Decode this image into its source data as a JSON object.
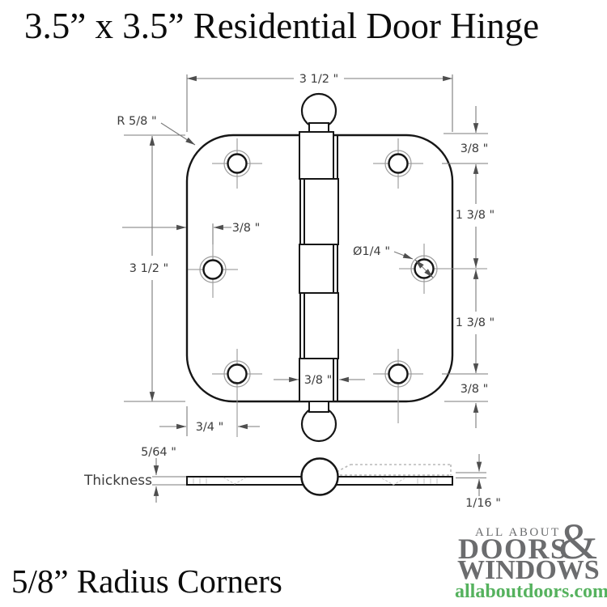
{
  "title": "3.5” x 3.5” Residential Door Hinge",
  "footer_note": "5/8” Radius Corners",
  "drawing": {
    "dims": {
      "overall_width": "3 1/2 \"",
      "corner_radius": "R 5/8 \"",
      "top_edge_to_hole": "3/8 \"",
      "upper_hole_spacing": "1 3/8 \"",
      "hole_diameter": "Ø1/4 \"",
      "overall_height": "3 1/2 \"",
      "edge_to_middle_hole": "3/8 \"",
      "lower_hole_spacing": "1 3/8 \"",
      "hole_to_bottom_edge": "3/8 \"",
      "knuckle_width": "3/8 \"",
      "edge_to_bottom_hole": "3/4 \"",
      "leaf_thickness": "5/64 \"",
      "thickness_label": "Thickness",
      "pin_leaf_thickness": "1/16 \""
    }
  },
  "logo": {
    "line1": "ALL ABOUT",
    "ampersand": "&",
    "line2": "DOORS",
    "line3": "WINDOWS",
    "url": "allaboutdoors.com",
    "color_gray": "#6b6c6e",
    "color_green": "#55b25e"
  },
  "colors": {
    "drawing_line": "#161616",
    "dimension_line": "#7b7b7b",
    "dimension_text": "#3c3c3c",
    "background": "#ffffff"
  }
}
